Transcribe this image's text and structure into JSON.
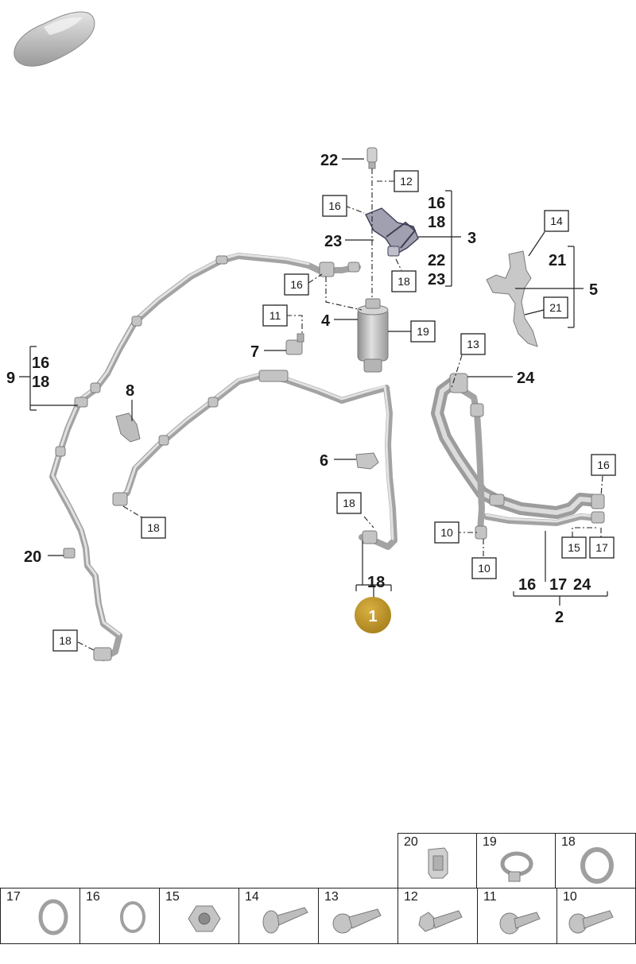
{
  "diagram": {
    "callouts": {
      "n22": "22",
      "n23": "23",
      "n4": "4",
      "n7": "7",
      "n9": "9",
      "n16": "16",
      "n18": "18",
      "n8": "8",
      "n6": "6",
      "n20": "20",
      "n21": "21",
      "n5": "5",
      "n3": "3",
      "n24": "24",
      "n2": "2",
      "n17": "17",
      "n1": "1"
    },
    "bracket3_items": [
      "16",
      "18",
      "22",
      "23"
    ],
    "bracket5_items": [
      "21"
    ],
    "bracket9_items": [
      "16",
      "18"
    ],
    "bracket2_items": [
      "16",
      "17",
      "24"
    ],
    "bracket1_items": [
      "18"
    ],
    "boxes": {
      "b12": "12",
      "b16a": "16",
      "b16b": "16",
      "b18a": "18",
      "b11": "11",
      "b19": "19",
      "b14": "14",
      "b21": "21",
      "b13": "13",
      "b18b": "18",
      "b18c": "18",
      "b18d": "18",
      "b16c": "16",
      "b10a": "10",
      "b10b": "10",
      "b15": "15",
      "b17": "17"
    },
    "highlight_color": "#b8912a"
  },
  "parts_table": {
    "row_top": [
      {
        "num": "20",
        "icon": "bracket-clip-icon"
      },
      {
        "num": "19",
        "icon": "hose-clamp-icon"
      },
      {
        "num": "18",
        "icon": "o-ring-icon"
      }
    ],
    "row_bottom": [
      {
        "num": "17",
        "icon": "o-ring-icon"
      },
      {
        "num": "16",
        "icon": "o-ring-icon"
      },
      {
        "num": "15",
        "icon": "hex-nut-icon"
      },
      {
        "num": "14",
        "icon": "flange-bolt-icon"
      },
      {
        "num": "13",
        "icon": "socket-cap-screw-icon"
      },
      {
        "num": "12",
        "icon": "hex-bolt-icon"
      },
      {
        "num": "11",
        "icon": "torx-screw-icon"
      },
      {
        "num": "10",
        "icon": "torx-screw-icon"
      }
    ]
  }
}
